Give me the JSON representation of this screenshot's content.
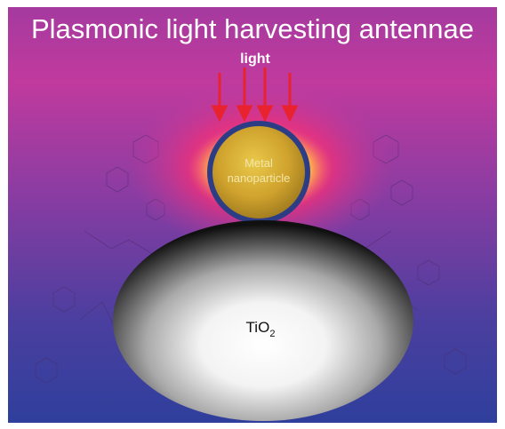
{
  "figure": {
    "title": "Plasmonic light harvesting antennae",
    "light_label": "light",
    "nanoparticle_label_line1": "Metal",
    "nanoparticle_label_line2": "nanoparticle",
    "substrate_label_main": "TiO",
    "substrate_label_sub": "2",
    "arrow_count": 4,
    "colors": {
      "background_top": "#d93a9a",
      "background_mid": "#7a3fa6",
      "background_bottom": "#2f3f9c",
      "glow": "#ffe46a",
      "arrow": "#e8232f",
      "nanoparticle_core": "#d9b133",
      "nanoparticle_rim": "#2c3d86",
      "substrate_center": "#ffffff",
      "substrate_edge": "#111111"
    }
  }
}
